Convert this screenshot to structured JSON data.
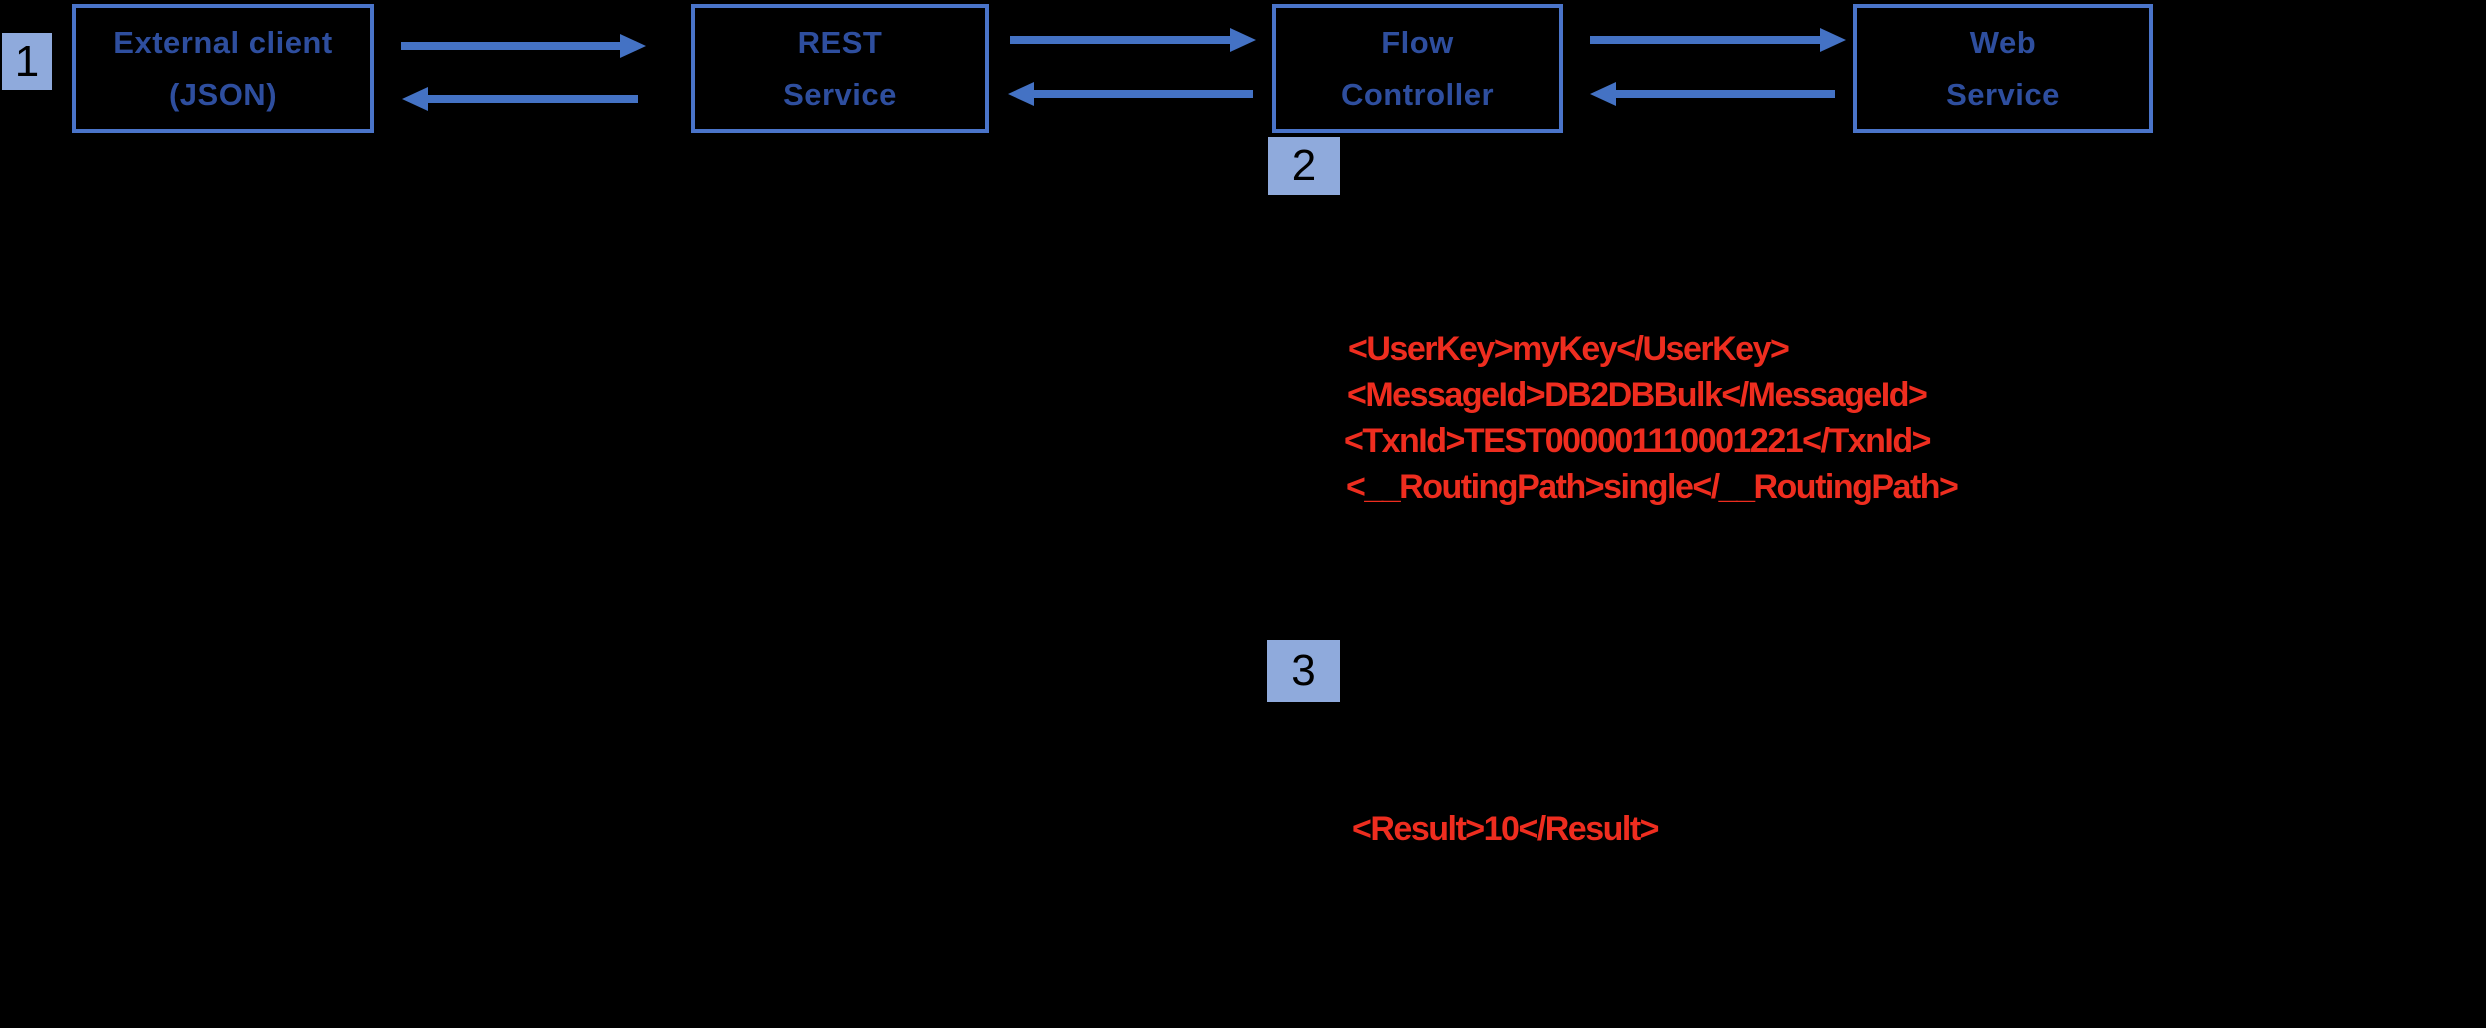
{
  "diagram": {
    "nodes": [
      {
        "line1": "External client",
        "line2": "(JSON)"
      },
      {
        "line1": "REST",
        "line2": "Service"
      },
      {
        "line1": "Flow",
        "line2": "Controller"
      },
      {
        "line1": "Web",
        "line2": "Service"
      }
    ],
    "step_badges": {
      "step1": "1",
      "step2": "2",
      "step3": "3"
    },
    "xml_request_lines": [
      "<UserKey>myKey</UserKey>",
      "<MessageId>DB2DBBulk</MessageId>",
      "<TxnId>TEST000001110001221</TxnId>",
      "<__RoutingPath>single</__RoutingPath>"
    ],
    "xml_response_line": "<Result>10</Result>",
    "colors": {
      "background": "#000000",
      "box_border": "#4a74c9",
      "box_text": "#2e4e9e",
      "arrow": "#4472c4",
      "badge_fill": "#8faadc",
      "badge_text": "#000000",
      "xml_text": "#ee2d1f"
    }
  }
}
